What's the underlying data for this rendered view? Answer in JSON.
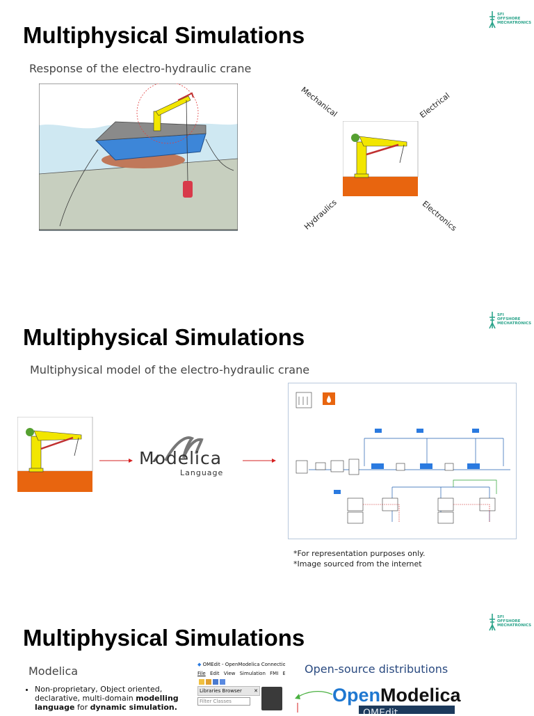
{
  "slides": [
    {
      "title": "Multiphysical Simulations",
      "subtitle": "Response of the electro-hydraulic crane",
      "domains": [
        "Mechanical",
        "Electrical",
        "Hydraulics",
        "Electronics"
      ]
    },
    {
      "title": "Multiphysical Simulations",
      "subtitle": "Multiphysical model of the electro-hydraulic crane",
      "modelica_word": "Modelica",
      "modelica_sub": "Language",
      "notes": [
        "*For representation purposes only.",
        "*Image sourced from the internet"
      ]
    },
    {
      "title": "Multiphysical Simulations",
      "subtitle": "Modelica",
      "bullet_parts": [
        "Non-proprietary, Object oriented, declarative, multi-domain ",
        "modelling language",
        " for ",
        "dynamic simulation."
      ],
      "omedit_title": "OMEdit - OpenModelica Connectio",
      "omedit_menu": [
        "File",
        "Edit",
        "View",
        "Simulation",
        "FMI",
        "E"
      ],
      "libraries_browser": "Libraries Browser",
      "filter_placeholder": "Filter Classes",
      "distros_heading": "Open-source distributions",
      "openmodelica_open": "Open",
      "openmodelica_modelica": "Modelica",
      "omedit_banner": "OMEdit"
    }
  ],
  "logo_lines": [
    "SFI",
    "OFFSHORE",
    "MECHATRONICS"
  ],
  "colors": {
    "crane_yellow": "#f2e600",
    "base_orange": "#e8650f",
    "water": "#cfe8f2",
    "seabed": "#c7cfbf",
    "hull_blue": "#3d86d8",
    "logo_green": "#2aa38a",
    "om_blue": "#1f78d1"
  }
}
